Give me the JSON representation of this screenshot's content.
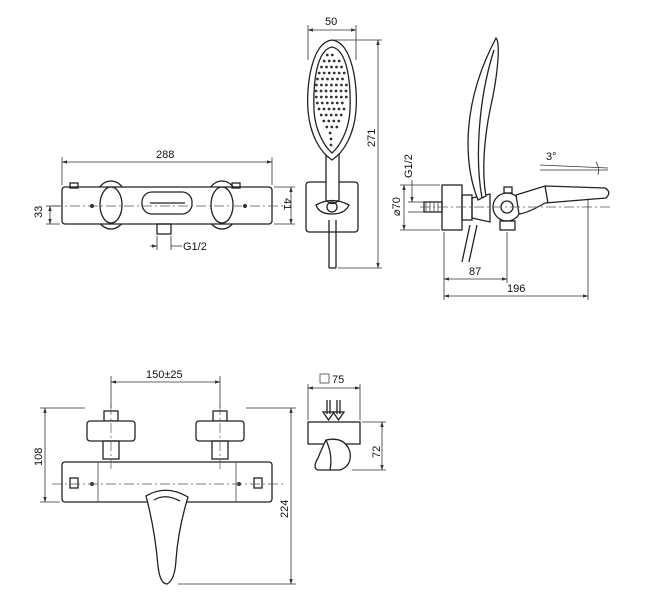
{
  "dimensions": {
    "top_width": "288",
    "top_height_left": "33",
    "top_height_right": "41",
    "inlet_thread": "G1/2",
    "shower_width": "50",
    "shower_height": "271",
    "side_thread": "G1/2",
    "side_diameter": "70",
    "side_angle": "3°",
    "side_depth": "87",
    "side_total": "196",
    "inlet_spacing": "150±25",
    "front_height": "108",
    "front_total": "224",
    "mount_square": "75",
    "mount_height": "72"
  }
}
